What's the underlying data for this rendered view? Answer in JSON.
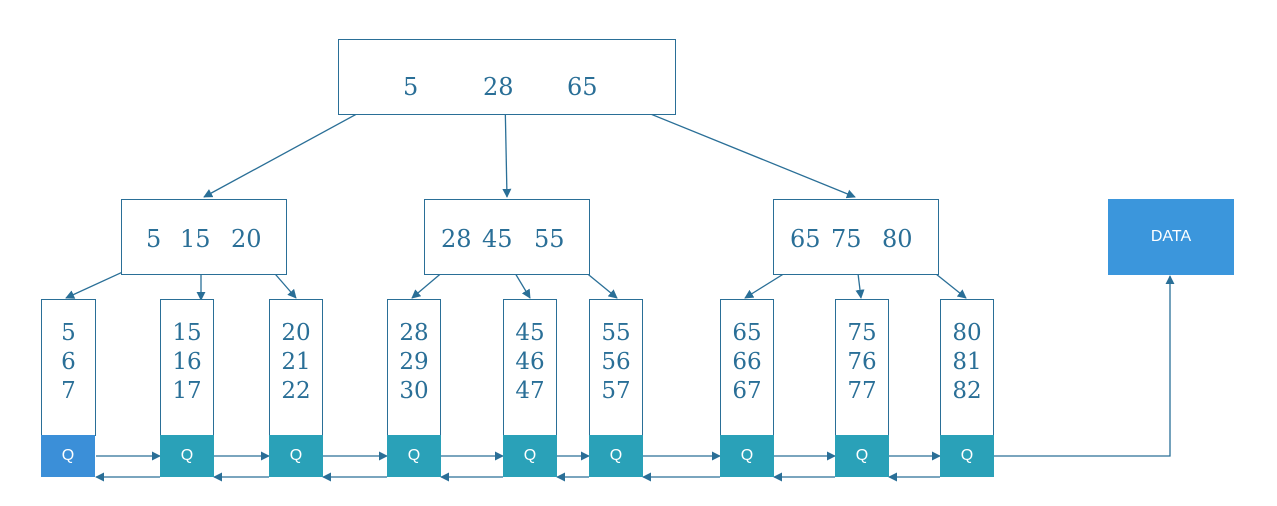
{
  "root": {
    "keys": [
      "5",
      "28",
      "65"
    ]
  },
  "internal_nodes": [
    {
      "keys": [
        "5",
        "15",
        "20"
      ]
    },
    {
      "keys": [
        "28",
        "45",
        "55"
      ]
    },
    {
      "keys": [
        "65",
        "75",
        "80"
      ]
    }
  ],
  "leaves": [
    {
      "values": [
        "5",
        "6",
        "7"
      ],
      "pointer_label": "Q"
    },
    {
      "values": [
        "15",
        "16",
        "17"
      ],
      "pointer_label": "Q"
    },
    {
      "values": [
        "20",
        "21",
        "22"
      ],
      "pointer_label": "Q"
    },
    {
      "values": [
        "28",
        "29",
        "30"
      ],
      "pointer_label": "Q"
    },
    {
      "values": [
        "45",
        "46",
        "47"
      ],
      "pointer_label": "Q"
    },
    {
      "values": [
        "55",
        "56",
        "57"
      ],
      "pointer_label": "Q"
    },
    {
      "values": [
        "65",
        "66",
        "67"
      ],
      "pointer_label": "Q"
    },
    {
      "values": [
        "75",
        "76",
        "77"
      ],
      "pointer_label": "Q"
    },
    {
      "values": [
        "80",
        "81",
        "82"
      ],
      "pointer_label": "Q"
    }
  ],
  "data_box": {
    "label": "DATA"
  },
  "colors": {
    "stroke": "#2a6f97",
    "leaf_pointer": "#2aa1b8",
    "first_pointer": "#3b8fd8",
    "data_box": "#3b96dc"
  }
}
